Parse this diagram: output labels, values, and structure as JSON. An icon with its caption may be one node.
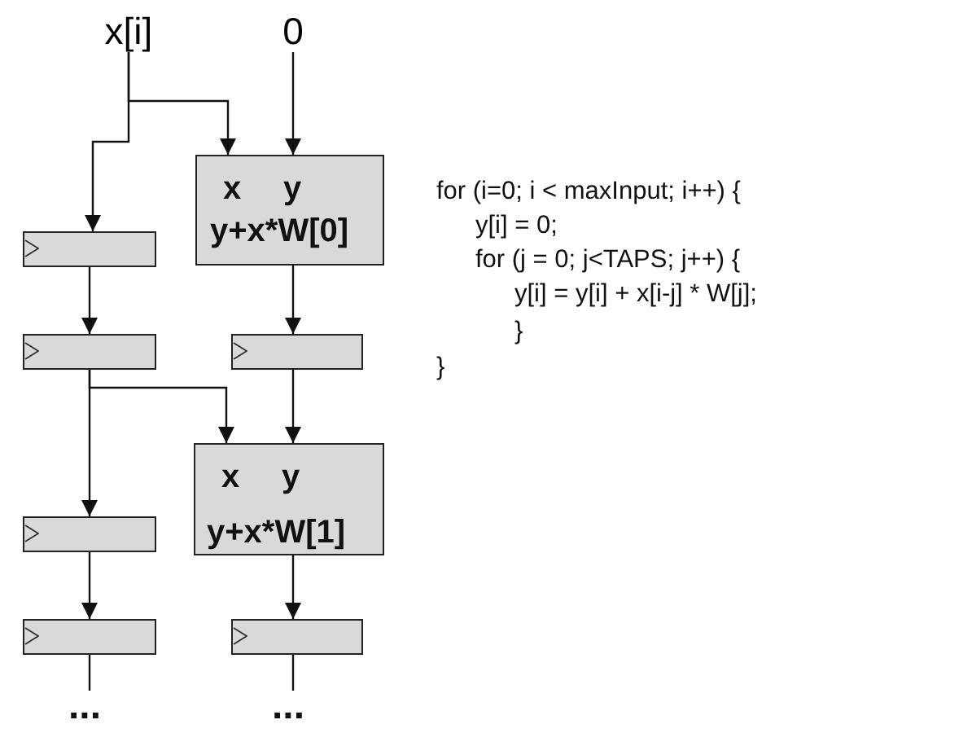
{
  "diagram": {
    "nodes": [
      {
        "text": [
          "x[i]"
        ]
      },
      {
        "text": [
          "0"
        ]
      },
      {
        "text": [
          "x",
          "y",
          "y+x*W[0]"
        ]
      },
      {
        "text": [],
        "shape": "box"
      },
      {
        "text": [],
        "shape": "box"
      },
      {
        "text": [],
        "shape": "box"
      },
      {
        "text": [
          "x",
          "y",
          "y+x*W[1]"
        ]
      },
      {
        "text": [],
        "shape": "box"
      },
      {
        "text": [],
        "shape": "box"
      },
      {
        "text": [],
        "shape": "box"
      }
    ],
    "edges": [
      {
        "from": 0,
        "to": 3,
        "arrow": "to"
      },
      {
        "from": 0,
        "to": 2,
        "arrow": "to"
      },
      {
        "from": 1,
        "to": 2,
        "arrow": "to"
      },
      {
        "from": 3,
        "to": 4,
        "arrow": "to"
      },
      {
        "from": 2,
        "to": 5,
        "arrow": "to"
      },
      {
        "from": 4,
        "to": 7,
        "arrow": "to"
      },
      {
        "from": 4,
        "to": 6,
        "arrow": "to"
      },
      {
        "from": 5,
        "to": 6,
        "arrow": "to"
      },
      {
        "from": 7,
        "to": 8,
        "arrow": "to"
      },
      {
        "from": 6,
        "to": 9,
        "arrow": "to"
      },
      {
        "from": 8,
        "to": null,
        "arrow": "none"
      },
      {
        "from": 9,
        "to": null,
        "arrow": "none"
      }
    ],
    "labels": [
      "for (i=0; i < maxInput; i++) {",
      "y[i] = 0;",
      "for (j = 0; j<TAPS; j++) {",
      "y[i] = y[i] + x[i-j] * W[j];",
      "}",
      "}",
      "...",
      "..."
    ]
  }
}
